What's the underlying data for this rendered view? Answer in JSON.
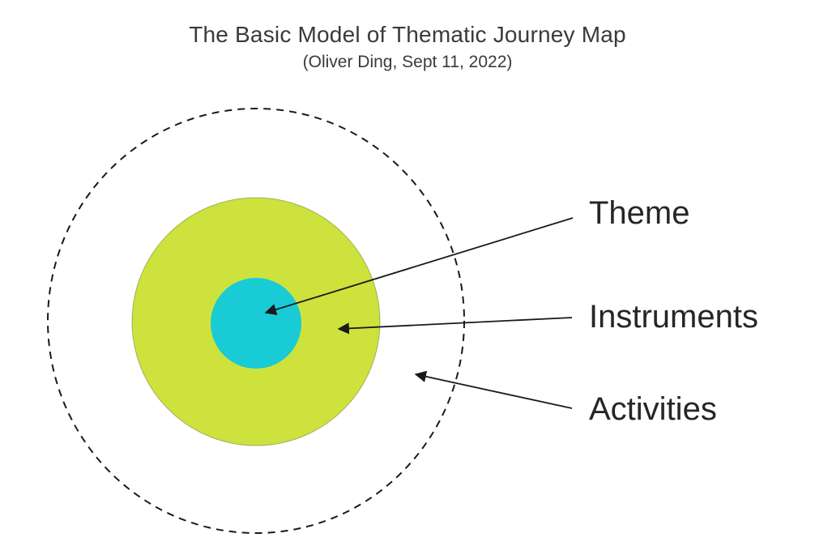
{
  "header": {
    "title": "The Basic Model of Thematic Journey Map",
    "subtitle": "(Oliver Ding, Sept 11, 2022)"
  },
  "labels": {
    "theme": "Theme",
    "instruments": "Instruments",
    "activities": "Activities"
  },
  "colors": {
    "theme_fill": "#18cbd5",
    "instruments_fill": "#cde23c",
    "line": "#1a1a1a"
  },
  "diagram": {
    "type": "concentric-circles",
    "rings_inner_to_outer": [
      {
        "label": "Theme",
        "style": "solid cyan circle"
      },
      {
        "label": "Instruments",
        "style": "solid yellow-green circle"
      },
      {
        "label": "Activities",
        "style": "dashed outline circle"
      }
    ]
  }
}
